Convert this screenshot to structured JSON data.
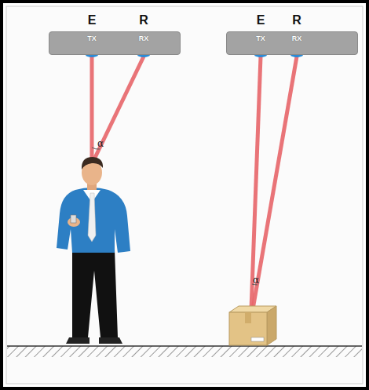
{
  "diagram": {
    "nodes": [
      {
        "text": [
          "E",
          "R",
          "TX",
          "RX"
        ]
      },
      {
        "text": [
          "E",
          "R",
          "TX",
          "RX"
        ]
      }
    ],
    "labels": [
      "α",
      "α"
    ]
  }
}
